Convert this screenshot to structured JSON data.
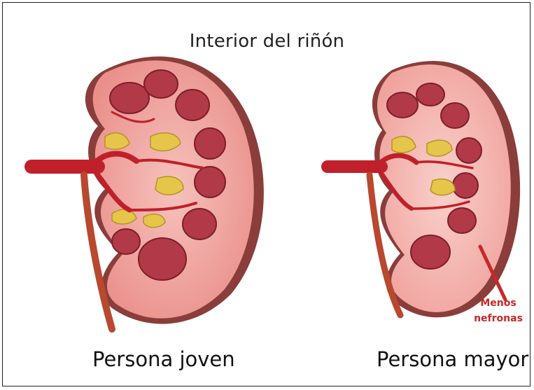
{
  "title": "Interior del riñón",
  "captions": {
    "young": "Persona joven",
    "old": "Persona mayor"
  },
  "annotation": {
    "line1": "Menos",
    "line2": "nefronas"
  },
  "colors": {
    "cortex": "#f2a6a0",
    "capsule": "#8a3d3a",
    "pyramid": "#b23a48",
    "fat": "#e6c64a",
    "vessel": "#c0202a",
    "annotation": "#c62828"
  }
}
